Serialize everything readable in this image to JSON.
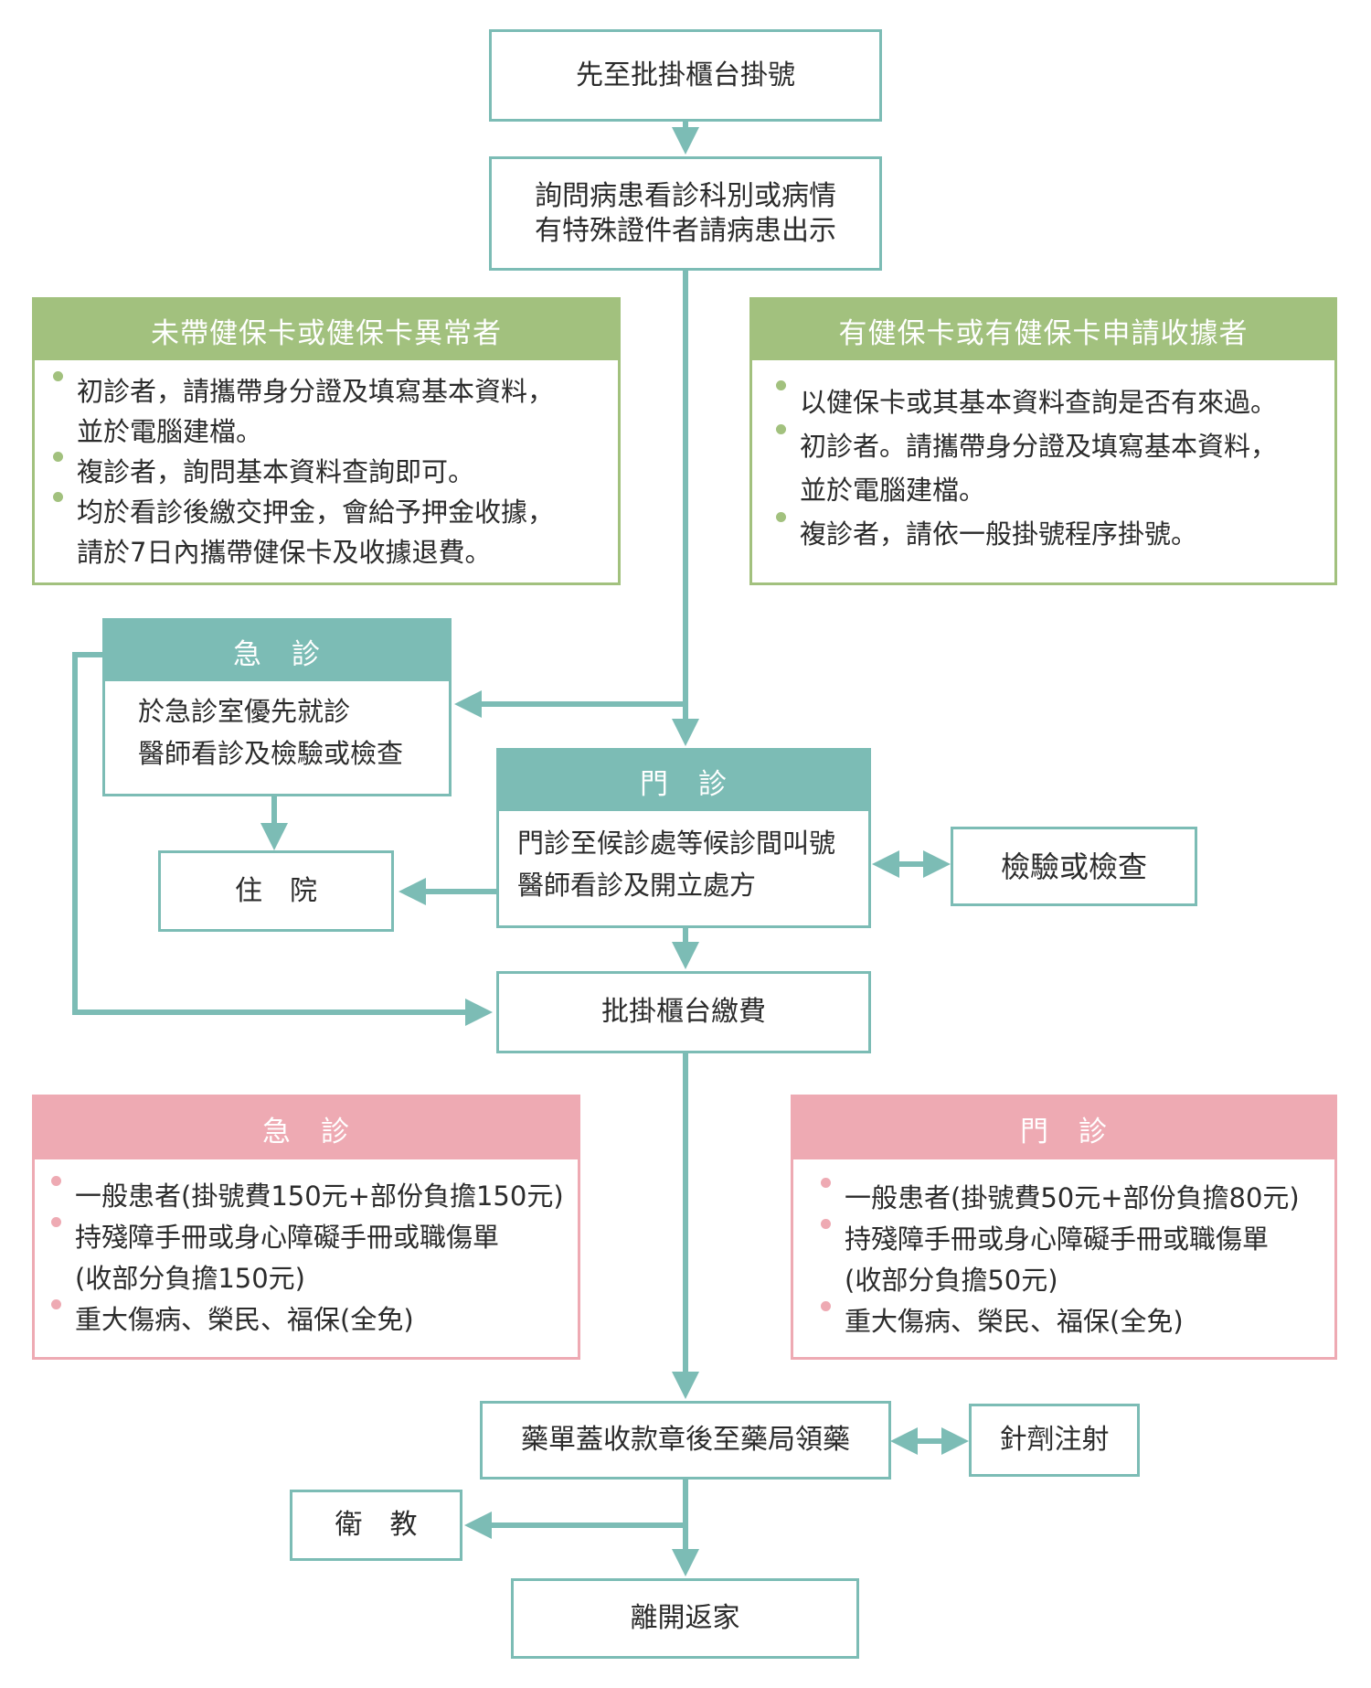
{
  "colors": {
    "teal": "#7cbcb5",
    "green": "#a2c17e",
    "pink": "#eeaab3"
  },
  "steps": {
    "register": "先至批掛櫃台掛號",
    "ask_line1": "詢問病患看診科別或病情",
    "ask_line2": "有特殊證件者請病患出示",
    "hospitalize": "住　院",
    "exam": "檢驗或檢查",
    "pay": "批掛櫃台繳費",
    "pharmacy": "藥單蓋收款章後至藥局領藥",
    "injection": "針劑注射",
    "education": "衛　教",
    "leave": "離開返家"
  },
  "no_card": {
    "title": "未帶健保卡或健保卡異常者",
    "items": [
      [
        "初診者，請攜帶身分證及填寫基本資料，",
        "並於電腦建檔。"
      ],
      [
        "複診者，詢問基本資料查詢即可。"
      ],
      [
        "均於看診後繳交押金，會給予押金收據，",
        "請於7日內攜帶健保卡及收據退費。"
      ]
    ]
  },
  "has_card": {
    "title": "有健保卡或有健保卡申請收據者",
    "items": [
      [
        "以健保卡或其基本資料查詢是否有來過。"
      ],
      [
        "初診者。請攜帶身分證及填寫基本資料，",
        "並於電腦建檔。"
      ],
      [
        "複診者，請依一般掛號程序掛號。"
      ]
    ]
  },
  "emergency": {
    "title": "急　診",
    "line1": "於急診室優先就診",
    "line2": "醫師看診及檢驗或檢查"
  },
  "outpatient": {
    "title": "門　診",
    "line1": "門診至候診處等候診間叫號",
    "line2": "醫師看診及開立處方"
  },
  "fee_emergency": {
    "title": "急　診",
    "items": [
      [
        "一般患者(掛號費150元+部份負擔150元)"
      ],
      [
        "持殘障手冊或身心障礙手冊或職傷單",
        "(收部分負擔150元)"
      ],
      [
        "重大傷病、榮民、福保(全免)"
      ]
    ]
  },
  "fee_outpatient": {
    "title": "門　診",
    "items": [
      [
        "一般患者(掛號費50元+部份負擔80元)"
      ],
      [
        "持殘障手冊或身心障礙手冊或職傷單",
        "(收部分負擔50元)"
      ],
      [
        "重大傷病、榮民、福保(全免)"
      ]
    ]
  }
}
